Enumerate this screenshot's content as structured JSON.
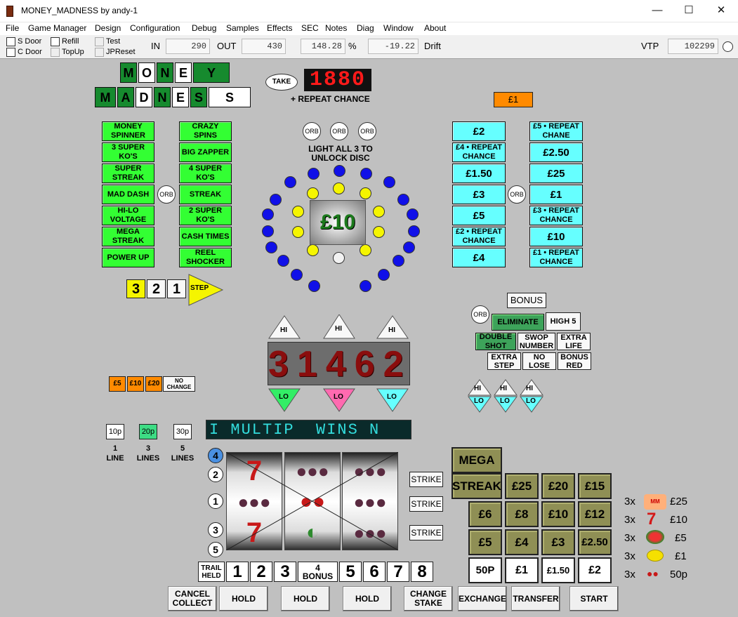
{
  "window": {
    "title": "MONEY_MADNESS by andy-1",
    "minimize": "—",
    "maximize": "☐",
    "close": "✕"
  },
  "menu": [
    "File",
    "Game Manager",
    "Design",
    "Configuration",
    "Debug",
    "Samples",
    "Effects",
    "SEC",
    "Notes",
    "Diag",
    "Window",
    "About"
  ],
  "toolbar": {
    "s_door": "S Door",
    "c_door": "C Door",
    "refill": "Refill",
    "topup": "TopUp",
    "test": "Test",
    "jpreset": "JPReset",
    "in_label": "IN",
    "in_value": "290",
    "out_label": "OUT",
    "out_value": "430",
    "percent_value": "148.28",
    "percent_label": "%",
    "drift_value": "-19.22",
    "drift_label": "Drift",
    "vtp_label": "VTP",
    "vtp_value": "102299"
  },
  "logo": {
    "row1": [
      "M",
      "O",
      "N",
      "E",
      "Y"
    ],
    "row2": [
      "M",
      "A",
      "D",
      "N",
      "E",
      "S",
      "S"
    ]
  },
  "take_button": "TAKE",
  "credit_display": "1880",
  "repeat_chance": "+ REPEAT CHANCE",
  "stake_badge": "£1",
  "features_left": [
    "MONEY SPINNER",
    "3 SUPER KO'S",
    "SUPER STREAK",
    "MAD DASH",
    "HI-LO VOLTAGE",
    "MEGA STREAK",
    "POWER UP"
  ],
  "features_right": [
    "CRAZY SPINS",
    "BIG ZAPPER",
    "4 SUPER KO'S",
    "STREAK",
    "2 SUPER KO'S",
    "CASH TIMES",
    "REEL SHOCKER"
  ],
  "orb_label": "ORB",
  "unlock_text": "LIGHT ALL 3 TO UNLOCK DISC",
  "disc_center": "£10",
  "prizes_left": [
    "£2",
    "£4 • REPEAT CHANCE",
    "£1.50",
    "£3",
    "£5",
    "£2 • REPEAT CHANCE",
    "£4"
  ],
  "prizes_right": [
    "£5 • REPEAT CHANE",
    "£2.50",
    "£25",
    "£1",
    "£3 • REPEAT CHANCE",
    "£10",
    "£1 • REPEAT CHANCE"
  ],
  "step": {
    "digits": [
      "3",
      "2",
      "1"
    ],
    "label": "STEP"
  },
  "bonus": {
    "title": "BONUS",
    "eliminate": "ELIMINATE",
    "high5": "HIGH 5",
    "double_shot": "DOUBLE SHOT",
    "swop": "SWOP NUMBER",
    "extra_life": "EXTRA LIFE",
    "extra_step": "EXTRA STEP",
    "no_lose": "NO LOSE",
    "bonus_red": "BONUS RED"
  },
  "hilo": {
    "hi": "HI",
    "lo": "LO",
    "number": "31462"
  },
  "small_prizes": [
    "£5",
    "£10",
    "£20"
  ],
  "no_change": "NO CHANGE",
  "stakes": [
    {
      "coin": "10p",
      "n": "1",
      "l": "LINE"
    },
    {
      "coin": "20p",
      "n": "3",
      "l": "LINES"
    },
    {
      "coin": "30p",
      "n": "5",
      "l": "LINES"
    }
  ],
  "dot_matrix": "I MULTIP  WINS N",
  "line_markers": [
    "4",
    "2",
    "1",
    "3",
    "5"
  ],
  "strike": "STRIKE",
  "trail": {
    "label": "TRAIL HELD",
    "nums": [
      "1",
      "2",
      "3",
      "4",
      "5",
      "6",
      "7",
      "8"
    ],
    "bonus": "BONUS"
  },
  "mega": {
    "mega": "MEGA",
    "streak": "STREAK",
    "values": [
      "£25",
      "£20",
      "£15",
      "£6",
      "£8",
      "£10",
      "£12",
      "£5",
      "£4",
      "£3",
      "£2.50"
    ],
    "white": [
      "50P",
      "£1",
      "£1.50",
      "£2"
    ]
  },
  "paytable": [
    {
      "mult": "3x",
      "sym": "logo",
      "val": "£25"
    },
    {
      "mult": "3x",
      "sym": "7",
      "val": "£10"
    },
    {
      "mult": "3x",
      "sym": "melon",
      "val": "£5"
    },
    {
      "mult": "3x",
      "sym": "lemon",
      "val": "£1"
    },
    {
      "mult": "3x",
      "sym": "cherry",
      "val": "50p"
    }
  ],
  "bottom_buttons": [
    "CANCEL COLLECT",
    "HOLD",
    "HOLD",
    "HOLD",
    "CHANGE STAKE",
    "EXCHANGE",
    "TRANSFER",
    "START"
  ],
  "colors": {
    "green": "#33ff33",
    "cyan": "#66ffff",
    "orange": "#ff8a00",
    "olive": "#8f8f55",
    "logo_green": "#168a2e",
    "led_red": "#ff1a1a"
  }
}
